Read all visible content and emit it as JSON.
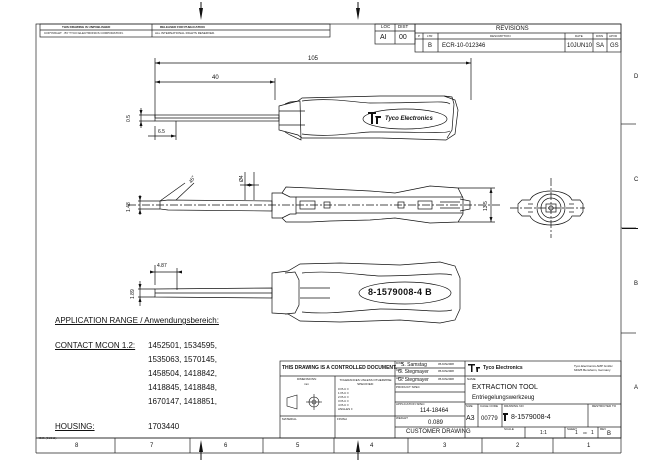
{
  "title_strip": {
    "no_drawing": "THIS DRAWING IS UNPUBLISHED",
    "released": "RELEASED FOR PUBLICATION",
    "copyright": "COPYRIGHT · BY TYCO ELECTRONICS CORPORATION.",
    "rights": "ALL INTERNATIONAL RIGHTS RESERVED.",
    "loc_label": "LOC",
    "dist_label": "DIST",
    "loc_value": "AI",
    "dist_value": "00"
  },
  "revisions": {
    "heading": "REVISIONS",
    "col_p": "P",
    "col_ltr": "LTR",
    "col_desc": "DESCRIPTION",
    "col_date": "DATE",
    "col_dwn": "DWN",
    "col_apvd": "APVD",
    "row": {
      "ltr": "B",
      "desc": "ECR-10-012346",
      "date": "10JUN10",
      "dwn": "SA",
      "apvd": "GS"
    }
  },
  "border": {
    "left_numbers": [
      "8",
      "7",
      "6",
      "5",
      "4",
      "3",
      "2",
      "1"
    ],
    "right_letters": [
      "D",
      "C",
      "B",
      "A"
    ]
  },
  "dimensions": {
    "overall": "105",
    "grip": "40",
    "tip_height": "0.5",
    "tip_len": "6.5",
    "angle": "45°",
    "dia": "Ø4",
    "blade": "1.48",
    "body": "13.5",
    "step": "4.87",
    "pin": "1.89"
  },
  "tool": {
    "logo_text": "Tyco Electronics",
    "part_marking": "8-1579008-4 B"
  },
  "notes": {
    "application_range": "APPLICATION RANGE / Anwendungsbereich:",
    "contact_label": "CONTACT MCON 1.2:",
    "contact_lines": [
      "1452501, 1534595,",
      "1535063, 1570145,",
      "1458504, 1418842,",
      "1418845, 1418848,",
      "1670147, 1418851,"
    ],
    "housing_label": "HOUSING:",
    "housing_value": "1703440"
  },
  "title_block": {
    "controlled": "THIS DRAWING IS A CONTROLLED DOCUMENT.",
    "dimensions": "DIMENSIONS:",
    "dim_unit": "mm",
    "tolerances": "TOLERANCES UNLESS OTHERWISE SPECIFIED:",
    "tol_lines": [
      "0 PLC ±",
      "1 PLC ±",
      "2 PLC ±",
      "3 PLC ±",
      "4 PLC ±",
      "ANGLES ±"
    ],
    "material": "MATERIAL",
    "finish": "FINISH",
    "sig1_name": "S. Samstag",
    "sig1_date": "05JUN2008",
    "sig2_name": "G. Stegmayer",
    "sig2_date": "05JUN2008",
    "sig3_name": "G. Stegmayer",
    "sig3_date": "05JUN2008",
    "sig_roles": [
      "DWN",
      "CHK",
      "APVD"
    ],
    "product_spec": "PRODUCT SPEC",
    "application_spec": "APPLICATION SPEC",
    "app_spec_value": "114-18464",
    "weight_label": "WEIGHT",
    "weight_value": "0.089",
    "company": "Tyco Electronics",
    "company_addr": "Tyco Electronics AMP GmbH\n64625 Bensheim, Germany",
    "name_label": "NAME",
    "name": "EXTRACTION TOOL",
    "name_de": "Entriegelungswerkzeug",
    "size_label": "SIZE",
    "size": "A3",
    "cage_label": "CAGE CODE",
    "cage": "00779",
    "dwg_label": "DRAWING NO",
    "dwg_no": "8-1579008-4",
    "restricted_label": "RESTRICTED TO",
    "customer": "CUSTOMER DRAWING",
    "scale_label": "SCALE",
    "scale": "1:1",
    "sheet_label": "SHEET",
    "sheet": "1",
    "of": "OF",
    "sheets": "1",
    "rev_label": "REV",
    "rev": "B"
  },
  "footer": {
    "form_no": "4805 (3/2011)"
  }
}
